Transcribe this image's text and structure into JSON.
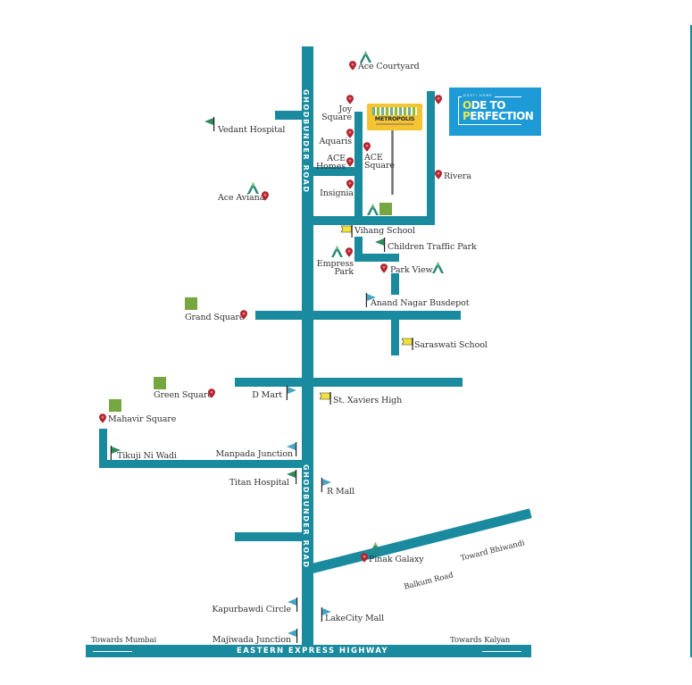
{
  "map": {
    "roads": {
      "main_road_label_top": "GHODBUNDER ROAD",
      "main_road_label_bottom": "GHODBUNDER ROAD",
      "highway_label": "EASTERN EXPRESS HIGHWAY",
      "balkum_road_label": "Balkum Road",
      "toward_bhiwandi": "Toward Bhiwandi",
      "towards_mumbai": "Towards Mumbai",
      "towards_kalyan": "Towards Kalyan"
    },
    "brand": {
      "ode_small": "DOSTI HOME",
      "ode_line1_accent": "O",
      "ode_line1_rest": "DE TO",
      "ode_line2_accent": "P",
      "ode_line2_rest": "ERFECTION",
      "billboard_name": "METROPOLIS",
      "accent_color": "#1e9ad6",
      "road_color": "#1a8a9e",
      "billboard_color": "#f4c531"
    },
    "places": [
      {
        "name": "Ace Courtyard",
        "icon": "pin-icon"
      },
      {
        "name": "Joy Square",
        "icon": "pin-icon"
      },
      {
        "name": "Aquaris",
        "icon": "pin-icon"
      },
      {
        "name": "ACE Homes",
        "icon": "pin-icon"
      },
      {
        "name": "ACE Square",
        "icon": "pin-icon"
      },
      {
        "name": "Insignia",
        "icon": "pin-icon"
      },
      {
        "name": "Rivera",
        "icon": "pin-icon"
      },
      {
        "name": "Vedant Hospital",
        "icon": "hospital-flag-icon"
      },
      {
        "name": "Ace Aviana",
        "icon": "pin-icon"
      },
      {
        "name": "Vihang School",
        "icon": "school-flag-icon"
      },
      {
        "name": "Children Traffic Park",
        "icon": "park-flag-icon"
      },
      {
        "name": "Empress Park",
        "icon": "pin-icon"
      },
      {
        "name": "Park View",
        "icon": "pin-icon"
      },
      {
        "name": "Anand Nagar Busdepot",
        "icon": "transport-flag-icon"
      },
      {
        "name": "Grand Square",
        "icon": "pin-icon"
      },
      {
        "name": "Saraswati School",
        "icon": "school-flag-icon"
      },
      {
        "name": "Green Square",
        "icon": "pin-icon"
      },
      {
        "name": "D Mart",
        "icon": "shop-flag-icon"
      },
      {
        "name": "St. Xaviers High",
        "icon": "school-flag-icon"
      },
      {
        "name": "Mahavir Square",
        "icon": "pin-icon"
      },
      {
        "name": "Tikuji Ni Wadi",
        "icon": "park-flag-icon"
      },
      {
        "name": "Manpada Junction",
        "icon": "junction-flag-icon"
      },
      {
        "name": "Titan Hospital",
        "icon": "hospital-flag-icon"
      },
      {
        "name": "R Mall",
        "icon": "shop-flag-icon"
      },
      {
        "name": "Pinak Galaxy",
        "icon": "pin-icon"
      },
      {
        "name": "Kapurbawdi Circle",
        "icon": "junction-flag-icon"
      },
      {
        "name": "LakeCity Mall",
        "icon": "shop-flag-icon"
      },
      {
        "name": "Majiwada Junction",
        "icon": "junction-flag-icon"
      }
    ],
    "labels": {
      "ace_courtyard": "Ace Courtyard",
      "joy": "Joy",
      "square": "Square",
      "aquaris": "Aquaris",
      "ace": "ACE",
      "homes": "Homes",
      "ace2": "ACE",
      "square2": "Square",
      "insignia": "Insignia",
      "rivera": "Rivera",
      "vedant_hospital": "Vedant Hospital",
      "ace_aviana": "Ace Aviana",
      "vihang_school": "Vihang School",
      "children_traffic_park": "Children Traffic Park",
      "empress": "Empress",
      "park": "Park",
      "park_view": "Park View",
      "anand_nagar_busdepot": "Anand Nagar Busdepot",
      "grand_square": "Grand Square",
      "saraswati_school": "Saraswati School",
      "green_square": "Green Square",
      "d_mart": "D Mart",
      "st_xaviers_high": "St. Xaviers High",
      "mahavir_square": "Mahavir Square",
      "tikuji_ni_wadi": "Tikuji Ni Wadi",
      "manpada_junction": "Manpada Junction",
      "titan_hospital": "Titan Hospital",
      "r_mall": "R Mall",
      "pinak_galaxy": "Pinak Galaxy",
      "kapurbawdi_circle": "Kapurbawdi Circle",
      "lakecity_mall": "LakeCity Mall",
      "majiwada_junction": "Majiwada Junction"
    }
  }
}
